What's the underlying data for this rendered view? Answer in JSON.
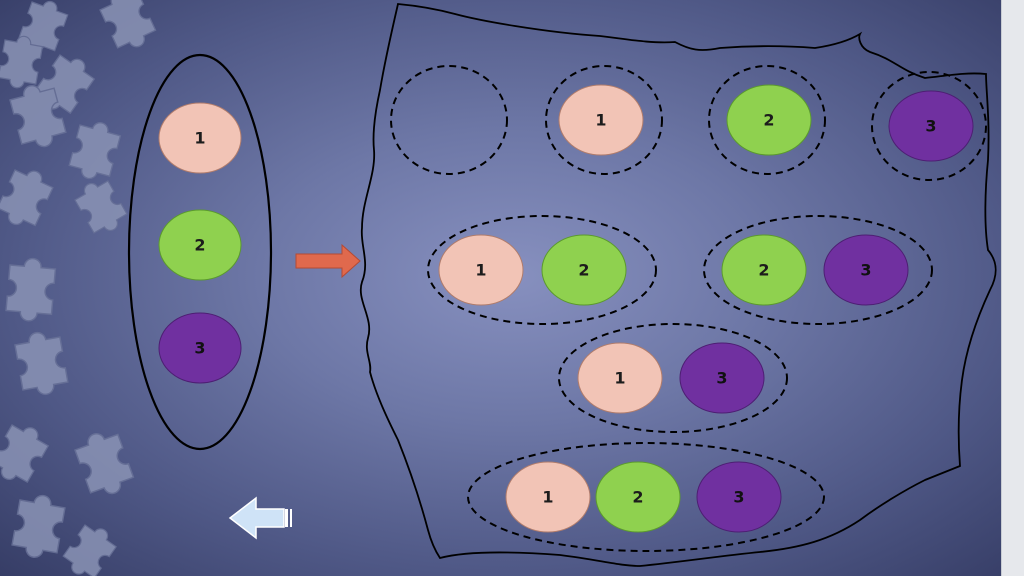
{
  "colors": {
    "one": "#f2c4b6",
    "two": "#8fd14f",
    "three": "#7030a0",
    "arrow": "#e0694d",
    "back_arrow": "#cfe3f7"
  },
  "source_set": [
    "1",
    "2",
    "3"
  ],
  "subsets": {
    "empty": [],
    "single_1": [
      "1"
    ],
    "single_2": [
      "2"
    ],
    "single_3": [
      "3"
    ],
    "pair_12": [
      "1",
      "2"
    ],
    "pair_23": [
      "2",
      "3"
    ],
    "pair_13": [
      "1",
      "3"
    ],
    "triple_123": [
      "1",
      "2",
      "3"
    ]
  }
}
